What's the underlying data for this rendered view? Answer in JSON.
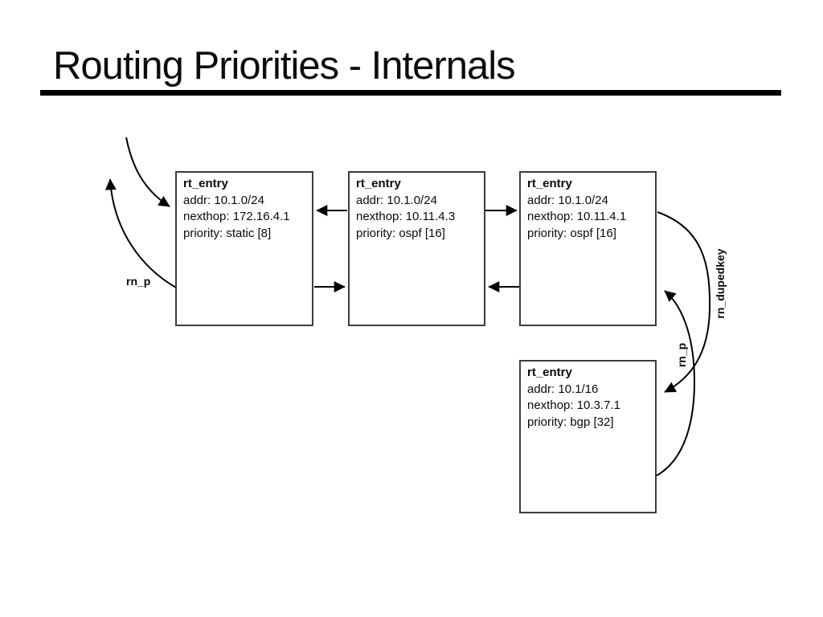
{
  "slide": {
    "title": "Routing Priorities - Internals"
  },
  "colors": {
    "background": "#ffffff",
    "text": "#0a0a0a",
    "box_border": "#3d3d3d",
    "arrow": "#000000",
    "title_rule": "#000000"
  },
  "nodes": [
    {
      "title": "rt_entry",
      "lines": [
        "addr: 10.1.0/24",
        "nexthop: 172.16.4.1",
        "priority: static [8]"
      ]
    },
    {
      "title": "rt_entry",
      "lines": [
        "addr: 10.1.0/24",
        "nexthop: 10.11.4.3",
        "priority: ospf [16]"
      ]
    },
    {
      "title": "rt_entry",
      "lines": [
        "addr: 10.1.0/24",
        "nexthop: 10.11.4.1",
        "priority: ospf [16]"
      ]
    },
    {
      "title": "rt_entry",
      "lines": [
        "addr: 10.1/16",
        "nexthop: 10.3.7.1",
        "priority: bgp [32]"
      ]
    }
  ],
  "edge_labels": {
    "rn_p_left": "rn_p",
    "rn_p_right": "rn_p",
    "rn_dupedkey": "rn_dupedkey"
  }
}
